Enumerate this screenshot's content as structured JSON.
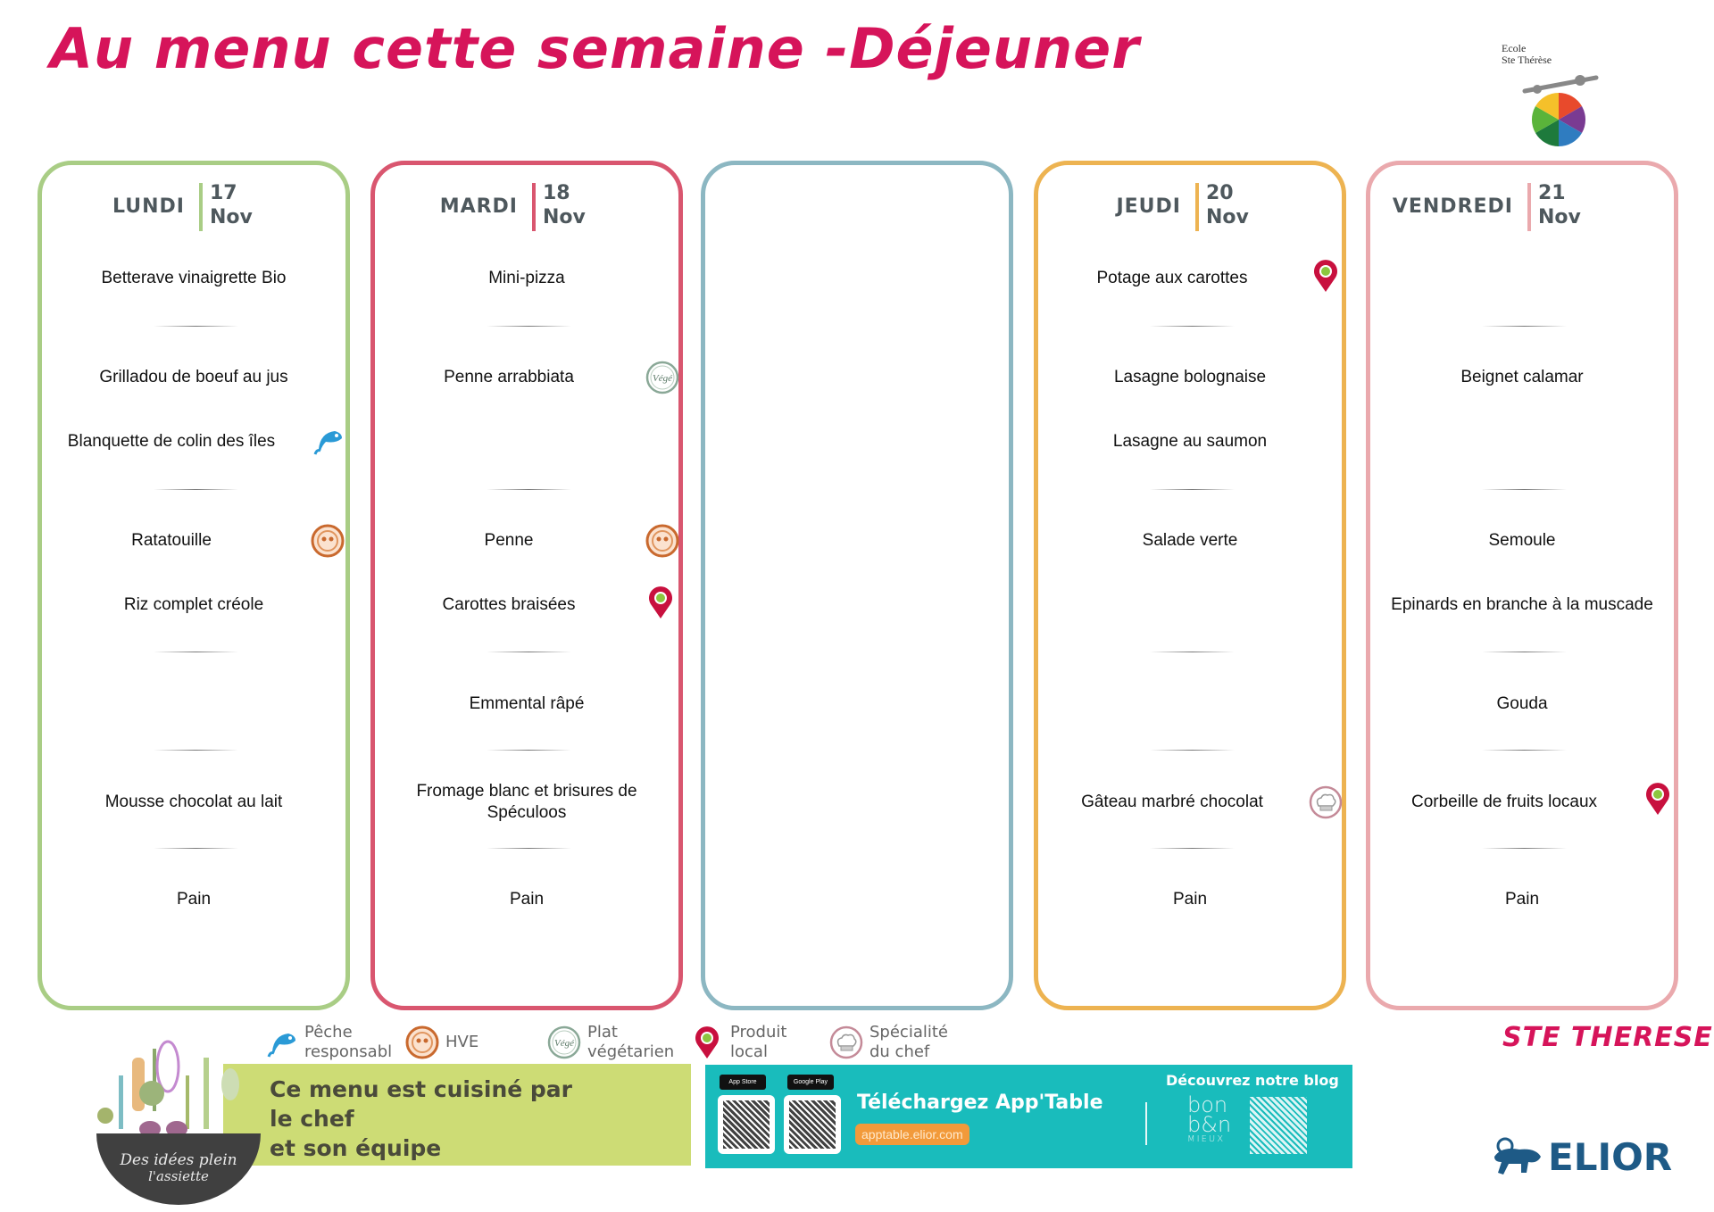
{
  "header": {
    "title": "Au menu cette semaine -Déjeuner",
    "school_logo": {
      "line1": "Ecole",
      "line2": "Ste Thérèse"
    }
  },
  "colors": {
    "title": "#d6145a",
    "lundi": "#a9cd85",
    "mardi": "#d9566f",
    "mercredi": "#8cb7c2",
    "jeudi": "#edb351",
    "vendredi": "#eaa9ad",
    "green_banner": "#cddc75",
    "teal_banner": "#19bcbc",
    "elior": "#1e5a86"
  },
  "days": [
    {
      "day": "LUNDI",
      "date_num": "17",
      "date_month": "Nov",
      "dishes": [
        {
          "label": "Betterave vinaigrette Bio",
          "icon": null
        },
        {
          "label": "Grilladou de boeuf au jus",
          "icon": null
        },
        {
          "label": "Blanquette de colin des îles",
          "icon": "fish-icon"
        },
        {
          "label": "Ratatouille",
          "icon": "hve-icon"
        },
        {
          "label": "Riz complet  créole",
          "icon": null
        },
        {
          "label": "Mousse chocolat au lait",
          "icon": null
        },
        {
          "label": "Pain",
          "icon": null
        }
      ]
    },
    {
      "day": "MARDI",
      "date_num": "18",
      "date_month": "Nov",
      "dishes": [
        {
          "label": "Mini-pizza",
          "icon": null
        },
        {
          "label": "Penne arrabbiata",
          "icon": "vege-icon"
        },
        {
          "label": "Penne",
          "icon": "hve-icon"
        },
        {
          "label": "Carottes braisées",
          "icon": "local-product-icon"
        },
        {
          "label": "Emmental râpé",
          "icon": null
        },
        {
          "label": "Fromage blanc et brisures de Spéculoos",
          "icon": null
        },
        {
          "label": "Pain",
          "icon": null
        }
      ]
    },
    {
      "day": "",
      "date_num": "",
      "date_month": "",
      "dishes": []
    },
    {
      "day": "JEUDI",
      "date_num": "20",
      "date_month": "Nov",
      "dishes": [
        {
          "label": "Potage aux carottes",
          "icon": "local-product-icon"
        },
        {
          "label": "Lasagne bolognaise",
          "icon": null
        },
        {
          "label": "Lasagne au saumon",
          "icon": null
        },
        {
          "label": "Salade verte",
          "icon": null
        },
        {
          "label": "Gâteau marbré chocolat",
          "icon": "chef-special-icon"
        },
        {
          "label": "Pain",
          "icon": null
        }
      ]
    },
    {
      "day": "VENDREDI",
      "date_num": "21",
      "date_month": "Nov",
      "dishes": [
        {
          "label": "Beignet calamar",
          "icon": null
        },
        {
          "label": "Semoule",
          "icon": null
        },
        {
          "label": "Epinards en branche à la muscade",
          "icon": null
        },
        {
          "label": "Gouda",
          "icon": null
        },
        {
          "label": "Corbeille de fruits locaux",
          "icon": "local-product-icon"
        },
        {
          "label": "Pain",
          "icon": null
        }
      ]
    }
  ],
  "legend": [
    {
      "icon": "fish-icon",
      "line1": "Pêche",
      "line2": "responsabl"
    },
    {
      "icon": "hve-icon",
      "line1": "HVE",
      "line2": ""
    },
    {
      "icon": "vege-icon",
      "line1": "Plat",
      "line2": "végétarien"
    },
    {
      "icon": "local-product-icon",
      "line1": "Produit",
      "line2": "local"
    },
    {
      "icon": "chef-special-icon",
      "line1": "Spécialité",
      "line2": "du chef"
    }
  ],
  "footer": {
    "bowl_text_1": "Des idées plein",
    "bowl_text_2": "l'assiette",
    "chef_line1": "Ce menu est cuisiné par",
    "chef_line2": "le chef",
    "chef_line3": "et son équipe",
    "app_store": "App Store",
    "google_play": "Google Play",
    "app_title": "Téléchargez App'Table",
    "app_url": "apptable.elior.com",
    "blog_label": "Découvrez notre blog",
    "bonbon_1": "bon",
    "bonbon_2": "b&n",
    "bonbon_3": "MIEUX",
    "school_name": "STE THERESE",
    "brand": "ELIOR"
  }
}
